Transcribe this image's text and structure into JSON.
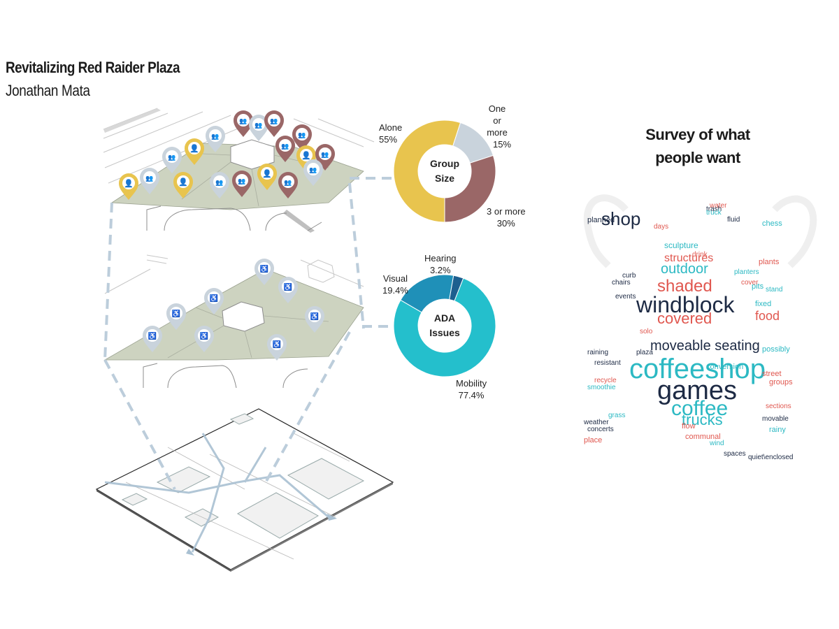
{
  "header": {
    "title": "Revitalizing Red Raider Plaza",
    "author": "Jonathan Mata"
  },
  "colors": {
    "alone": "#e8c44e",
    "small_group": "#c9d3dc",
    "large_group": "#9a6767",
    "visual": "#1f90b8",
    "hearing": "#1d5f8f",
    "mobility": "#24bfcc",
    "plaza_fill": "#cdd3c0",
    "dash": "#bccddb",
    "word_navy": "#1d2a44",
    "word_teal": "#2cb9c3",
    "word_red": "#e0574f"
  },
  "chart_data": [
    {
      "type": "pie",
      "variant": "donut",
      "center_label": [
        "Group",
        "Size"
      ],
      "slices": [
        {
          "label": "Alone",
          "value": 55,
          "display": "55%",
          "color": "#e8c44e"
        },
        {
          "label": "One or more",
          "value": 15,
          "display": "15%",
          "color": "#c9d3dc"
        },
        {
          "label": "3 or more",
          "value": 30,
          "display": "30%",
          "color": "#9a6767"
        }
      ]
    },
    {
      "type": "pie",
      "variant": "donut",
      "center_label": [
        "ADA",
        "Issues"
      ],
      "slices": [
        {
          "label": "Hearing",
          "value": 3.2,
          "display": "3.2%",
          "color": "#1d5f8f"
        },
        {
          "label": "Mobility",
          "value": 77.4,
          "display": "77.4%",
          "color": "#24bfcc"
        },
        {
          "label": "Visual",
          "value": 19.4,
          "display": "19.4%",
          "color": "#1f90b8"
        }
      ]
    }
  ],
  "survey": {
    "title_line1": "Survey of what",
    "title_line2": "people want",
    "words": [
      {
        "text": "coffeeshop",
        "weight": 10,
        "color": "teal"
      },
      {
        "text": "games",
        "weight": 10,
        "color": "navy"
      },
      {
        "text": "windblock",
        "weight": 9,
        "color": "navy"
      },
      {
        "text": "coffee",
        "weight": 8,
        "color": "teal"
      },
      {
        "text": "moveable seating",
        "weight": 7,
        "color": "navy"
      },
      {
        "text": "shaded",
        "weight": 7,
        "color": "red"
      },
      {
        "text": "covered",
        "weight": 7,
        "color": "red"
      },
      {
        "text": "outdoor",
        "weight": 6,
        "color": "teal"
      },
      {
        "text": "trucks",
        "weight": 6,
        "color": "teal"
      },
      {
        "text": "structures",
        "weight": 5,
        "color": "red"
      },
      {
        "text": "shop",
        "weight": 6,
        "color": "navy"
      },
      {
        "text": "food",
        "weight": 5,
        "color": "red"
      },
      {
        "text": "sculpture",
        "weight": 2,
        "color": "teal"
      },
      {
        "text": "plaza",
        "weight": 2,
        "color": "navy"
      },
      {
        "text": "chess",
        "weight": 2,
        "color": "teal"
      },
      {
        "text": "water",
        "weight": 2,
        "color": "red"
      },
      {
        "text": "grass",
        "weight": 2,
        "color": "teal"
      },
      {
        "text": "flow",
        "weight": 2,
        "color": "red"
      },
      {
        "text": "planned",
        "weight": 2,
        "color": "navy"
      },
      {
        "text": "concerts",
        "weight": 2,
        "color": "navy"
      },
      {
        "text": "events",
        "weight": 2,
        "color": "navy"
      },
      {
        "text": "smoothie",
        "weight": 2,
        "color": "teal"
      },
      {
        "text": "trash",
        "weight": 2,
        "color": "navy"
      },
      {
        "text": "fluid",
        "weight": 2,
        "color": "navy"
      },
      {
        "text": "rainy",
        "weight": 2,
        "color": "teal"
      },
      {
        "text": "communal",
        "weight": 2,
        "color": "red"
      },
      {
        "text": "recycle",
        "weight": 2,
        "color": "red"
      },
      {
        "text": "street",
        "weight": 2,
        "color": "red"
      },
      {
        "text": "groups",
        "weight": 2,
        "color": "red"
      },
      {
        "text": "possibly",
        "weight": 2,
        "color": "teal"
      },
      {
        "text": "quiet\\enclosed",
        "weight": 2,
        "color": "navy"
      },
      {
        "text": "resistant",
        "weight": 2,
        "color": "navy"
      },
      {
        "text": "movable",
        "weight": 2,
        "color": "navy"
      },
      {
        "text": "place",
        "weight": 2,
        "color": "red"
      },
      {
        "text": "stand",
        "weight": 2,
        "color": "teal"
      },
      {
        "text": "weather",
        "weight": 2,
        "color": "navy"
      },
      {
        "text": "conversion",
        "weight": 2,
        "color": "teal"
      },
      {
        "text": "spaces",
        "weight": 2,
        "color": "navy"
      },
      {
        "text": "chairs",
        "weight": 2,
        "color": "navy"
      },
      {
        "text": "curb",
        "weight": 2,
        "color": "navy"
      },
      {
        "text": "raining",
        "weight": 2,
        "color": "navy"
      },
      {
        "text": "sections",
        "weight": 2,
        "color": "red"
      },
      {
        "text": "fixed",
        "weight": 2,
        "color": "teal"
      },
      {
        "text": "pits",
        "weight": 2,
        "color": "teal"
      },
      {
        "text": "solo",
        "weight": 2,
        "color": "red"
      },
      {
        "text": "drink",
        "weight": 2,
        "color": "red"
      },
      {
        "text": "wind",
        "weight": 2,
        "color": "teal"
      },
      {
        "text": "plants",
        "weight": 2,
        "color": "red"
      },
      {
        "text": "planters",
        "weight": 2,
        "color": "teal"
      },
      {
        "text": "days",
        "weight": 2,
        "color": "red"
      },
      {
        "text": "cover",
        "weight": 2,
        "color": "red"
      },
      {
        "text": "truck",
        "weight": 2,
        "color": "teal"
      }
    ]
  }
}
